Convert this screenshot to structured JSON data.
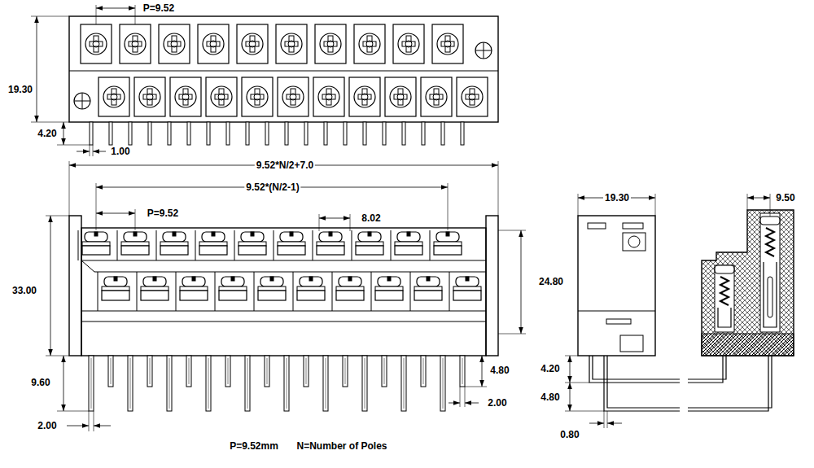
{
  "diagram": {
    "labels": [
      "P=9.52",
      "19.30",
      "4.20",
      "1.00",
      "9.52*N/2+7.0",
      "9.52*(N/2-1)",
      "P=9.52",
      "8.02",
      "33.00",
      "24.80",
      "9.60",
      "2.00",
      "4.80",
      "2.00",
      "19.30",
      "4.20",
      "4.80",
      "0.80",
      "9.50",
      "P=9.52mm",
      "N=Number of Poles"
    ]
  }
}
